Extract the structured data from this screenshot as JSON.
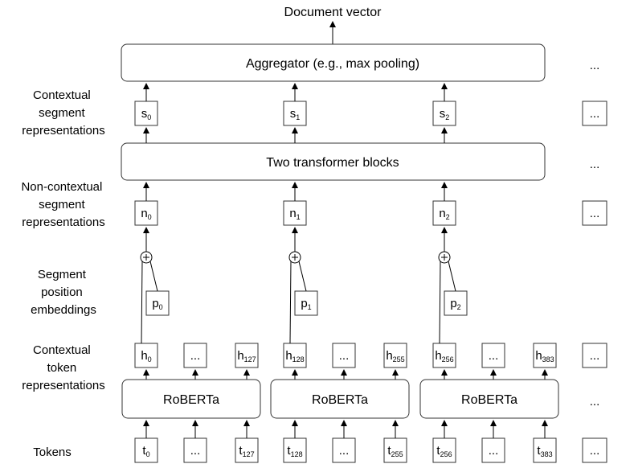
{
  "top_label": "Document vector",
  "aggregator_label": "Aggregator (e.g., max pooling)",
  "transformer_label": "Two transformer blocks",
  "roberta_label": "RoBERTa",
  "ellipsis": "...",
  "left_labels": {
    "contextual_segment": [
      "Contextual",
      "segment",
      "representations"
    ],
    "noncontextual_segment": [
      "Non-contextual",
      "segment",
      "representations"
    ],
    "segment_position": [
      "Segment",
      "position",
      "embeddings"
    ],
    "contextual_token": [
      "Contextual",
      "token",
      "representations"
    ],
    "tokens": [
      "Tokens"
    ]
  },
  "segments": [
    {
      "s": {
        "base": "s",
        "sub": "0"
      },
      "n": {
        "base": "n",
        "sub": "0"
      },
      "p": {
        "base": "p",
        "sub": "0"
      },
      "h": [
        {
          "base": "h",
          "sub": "0"
        },
        {
          "base": "...",
          "sub": ""
        },
        {
          "base": "h",
          "sub": "127"
        }
      ],
      "t": [
        {
          "base": "t",
          "sub": "0"
        },
        {
          "base": "...",
          "sub": ""
        },
        {
          "base": "t",
          "sub": "127"
        }
      ]
    },
    {
      "s": {
        "base": "s",
        "sub": "1"
      },
      "n": {
        "base": "n",
        "sub": "1"
      },
      "p": {
        "base": "p",
        "sub": "1"
      },
      "h": [
        {
          "base": "h",
          "sub": "128"
        },
        {
          "base": "...",
          "sub": ""
        },
        {
          "base": "h",
          "sub": "255"
        }
      ],
      "t": [
        {
          "base": "t",
          "sub": "128"
        },
        {
          "base": "...",
          "sub": ""
        },
        {
          "base": "t",
          "sub": "255"
        }
      ]
    },
    {
      "s": {
        "base": "s",
        "sub": "2"
      },
      "n": {
        "base": "n",
        "sub": "2"
      },
      "p": {
        "base": "p",
        "sub": "2"
      },
      "h": [
        {
          "base": "h",
          "sub": "256"
        },
        {
          "base": "...",
          "sub": ""
        },
        {
          "base": "h",
          "sub": "383"
        }
      ],
      "t": [
        {
          "base": "t",
          "sub": "256"
        },
        {
          "base": "...",
          "sub": ""
        },
        {
          "base": "t",
          "sub": "383"
        }
      ]
    }
  ]
}
